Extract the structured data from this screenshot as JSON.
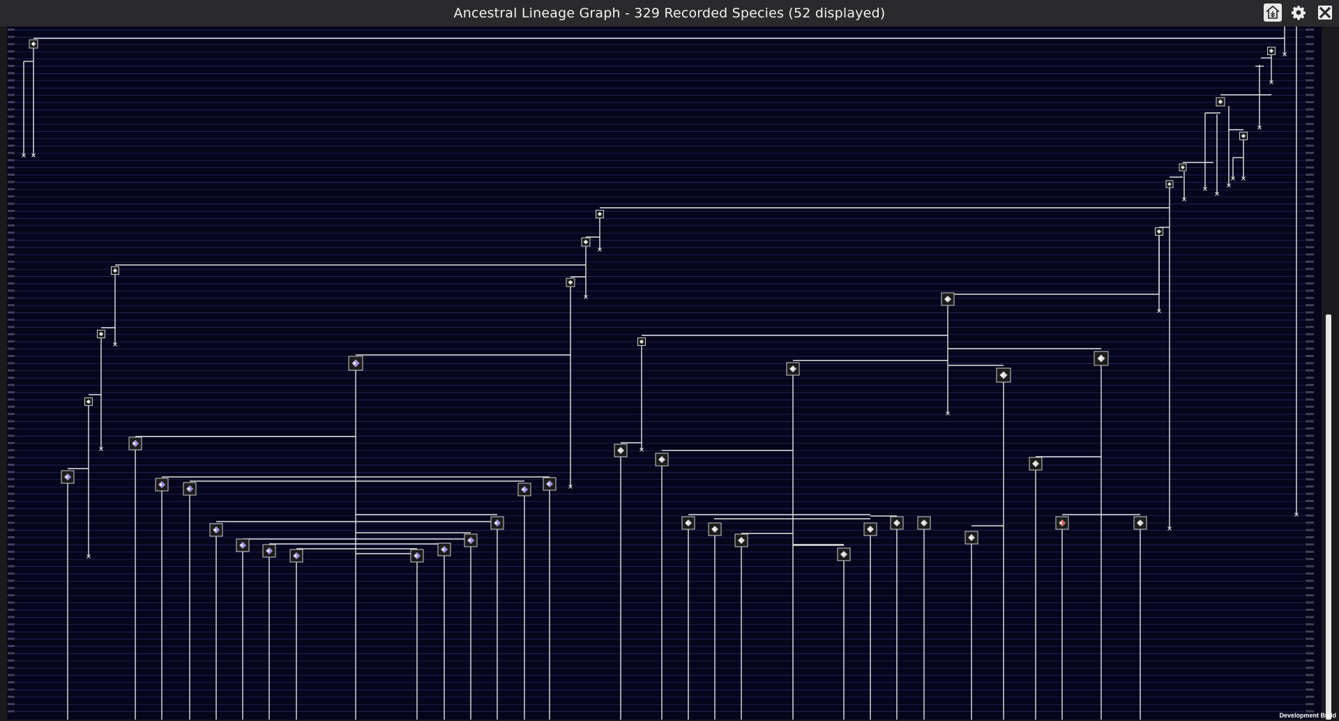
{
  "window": {
    "title": "Ancestral Lineage Graph - 329 Recorded Species  (52 displayed)",
    "buttons": [
      {
        "name": "tree-button",
        "icon": "tree-icon"
      },
      {
        "name": "settings-button",
        "icon": "gear-icon"
      },
      {
        "name": "close-button",
        "icon": "close-icon"
      }
    ]
  },
  "footer": {
    "build_label": "Development Build"
  },
  "colors": {
    "background": "#05061c",
    "row_line": "#2a2f66",
    "link": "#e6e6e6",
    "node_fill": "#1c1c1c",
    "species_purple": "#9c84f0",
    "species_light": "#d9d9d9",
    "species_red": "#e05a5a"
  },
  "graph": {
    "links": [
      [
        1835,
        60
      ],
      [
        1854,
        65
      ],
      [
        1835,
        114
      ],
      [
        1819,
        141
      ],
      [
        1834,
        142
      ],
      [
        1818,
        163
      ],
      [
        1802,
        186
      ],
      [
        1820,
        223
      ],
      [
        1799,
        264
      ],
      [
        1820,
        245
      ],
      [
        1790,
        300
      ],
      [
        1721,
        395
      ],
      [
        1670,
        416
      ],
      [
        1725,
        389
      ],
      [
        1715,
        432
      ],
      [
        1741,
        405
      ],
      [
        1747,
        484
      ],
      [
        1778,
        506
      ],
      [
        1761,
        540
      ],
      [
        1768,
        615
      ],
      [
        1697,
        647
      ],
      [
        1683,
        707
      ],
      [
        1680,
        739
      ],
      [
        1728,
        752
      ],
      [
        1653,
        770
      ],
      [
        1640,
        815
      ],
      [
        1524,
        898
      ],
      [
        1603,
        1026
      ],
      [
        1586,
        1026
      ],
      [
        1567,
        996
      ],
      [
        1519,
        1011
      ],
      [
        1417,
        819
      ],
      [
        1388,
        862
      ],
      [
        1463,
        868
      ],
      [
        1447,
        1026
      ],
      [
        1453,
        1017
      ],
      [
        1375,
        931
      ],
      [
        1385,
        936
      ],
      [
        1472,
        952
      ],
      [
        1313,
        919
      ],
      [
        1354,
        946
      ],
      [
        1269,
        1008
      ],
      [
        1246,
        958
      ],
      [
        1271,
        1026
      ],
      [
        1236,
        972
      ],
      [
        1224,
        984
      ],
      [
        1209,
        1037
      ],
      [
        1213,
        1026
      ],
      [
        1127,
        1028
      ],
      [
        1098,
        950
      ],
      [
        1102,
        1026
      ],
      [
        1060,
        1026
      ],
      [
        1045,
        1026
      ],
      [
        1006,
        1026
      ],
      [
        985,
        1007
      ],
      [
        906,
        1006
      ],
      [
        921,
        1026
      ],
      [
        888,
        1026
      ],
      [
        877,
        1026
      ],
      [
        827,
        1026
      ],
      [
        819,
        1020
      ],
      [
        801,
        959
      ],
      [
        792,
        1026
      ],
      [
        750,
        1026
      ],
      [
        714,
        1026
      ],
      [
        699,
        1026
      ],
      [
        677,
        1026
      ],
      [
        638,
        1026
      ],
      [
        620,
        1026
      ],
      [
        587,
        1026
      ],
      [
        588,
        934
      ],
      [
        543,
        1007
      ],
      [
        526,
        1003
      ],
      [
        509,
        1026
      ],
      [
        489,
        1026
      ],
      [
        461,
        1026
      ],
      [
        416,
        1026
      ],
      [
        370,
        1026
      ],
      [
        336,
        1026
      ],
      [
        333,
        973
      ],
      [
        303,
        1026
      ],
      [
        288,
        950
      ],
      [
        279,
        891
      ],
      [
        270,
        1026
      ],
      [
        244,
        1026
      ],
      [
        225,
        911
      ],
      [
        221,
        1026
      ],
      [
        183,
        1026
      ],
      [
        167,
        1026
      ],
      [
        152,
        963
      ],
      [
        147,
        862
      ],
      [
        145,
        839
      ],
      [
        135,
        699
      ],
      [
        129,
        657
      ],
      [
        107,
        1026
      ],
      [
        105,
        808
      ],
      [
        79,
        1026
      ],
      [
        87,
        856
      ],
      [
        30,
        1026
      ],
      [
        17,
        996
      ],
      [
        16,
        960
      ]
    ],
    "rows": 86,
    "row_count_note": ""
  }
}
